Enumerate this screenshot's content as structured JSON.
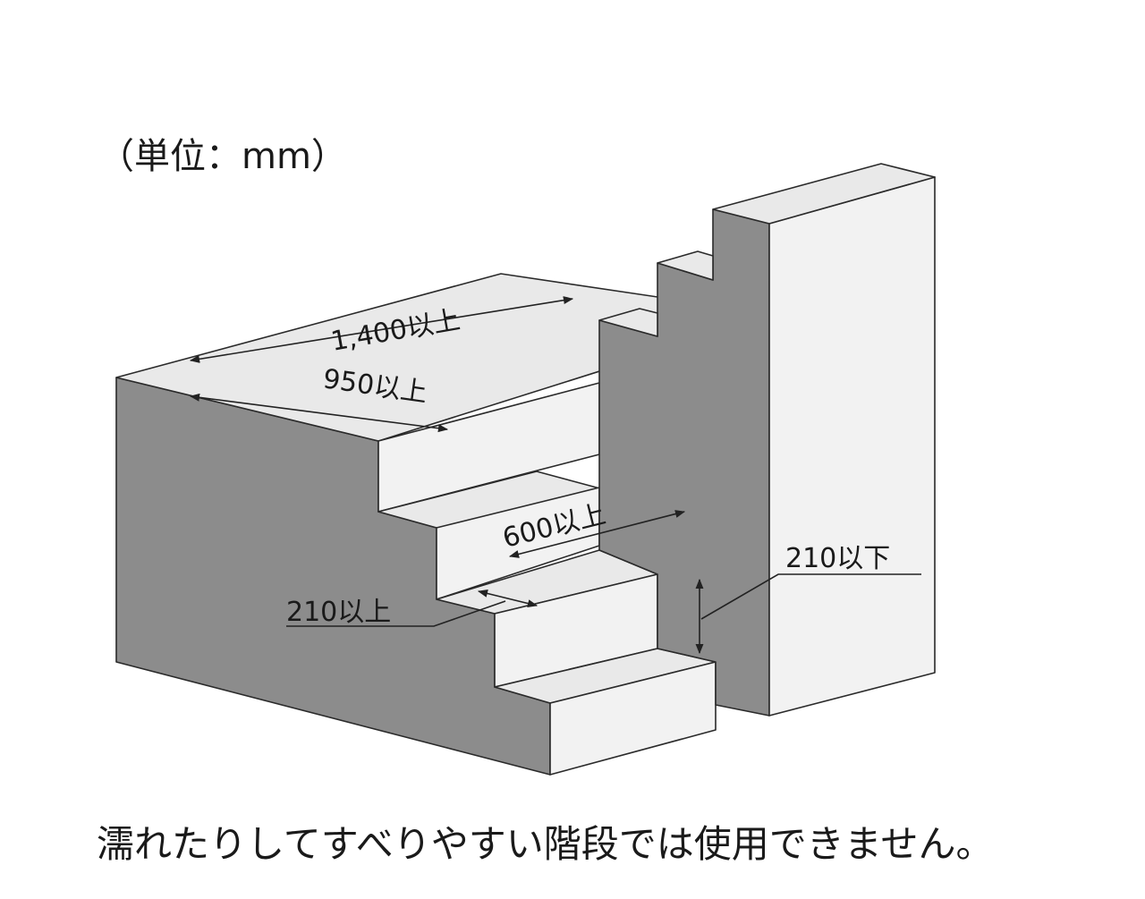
{
  "unit_label": "（単位：mm）",
  "dimensions": {
    "overall_width": "1,400以上",
    "landing_depth": "950以上",
    "stair_width": "600以上",
    "tread_depth": "210以上",
    "riser_height": "210以下"
  },
  "caption": "濡れたりしてすべりやすい階段では使用できません。",
  "colors": {
    "dark_face": "#8c8c8c",
    "light_face": "#f2f2f2",
    "top_face": "#e9e9e9",
    "edge": "#2a2a2a"
  }
}
